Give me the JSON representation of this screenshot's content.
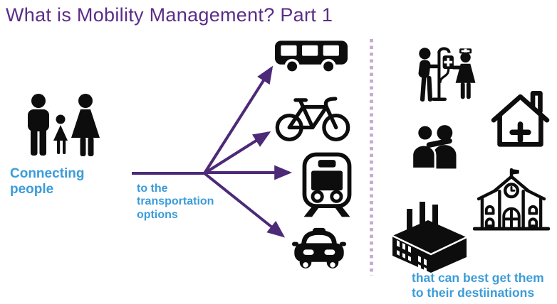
{
  "slide": {
    "title": "What is Mobility Management? Part 1"
  },
  "left_section": {
    "caption": "Connecting people",
    "icon": "family"
  },
  "middle_section": {
    "caption": "to the\ntransportation\noptions",
    "transport_options": [
      "bus",
      "bicycle",
      "train",
      "taxi"
    ]
  },
  "right_section": {
    "caption": "that can best get them\nto their destiinations",
    "destinations": [
      "patient-with-nurse",
      "companions",
      "medical-house",
      "factory",
      "school"
    ]
  },
  "colors": {
    "title_purple": "#5b2d87",
    "arrow_purple": "#4c2a77",
    "caption_blue": "#3b9cd9",
    "icon_black": "#0d0d0d",
    "divider_lilac": "#c9abd3"
  }
}
